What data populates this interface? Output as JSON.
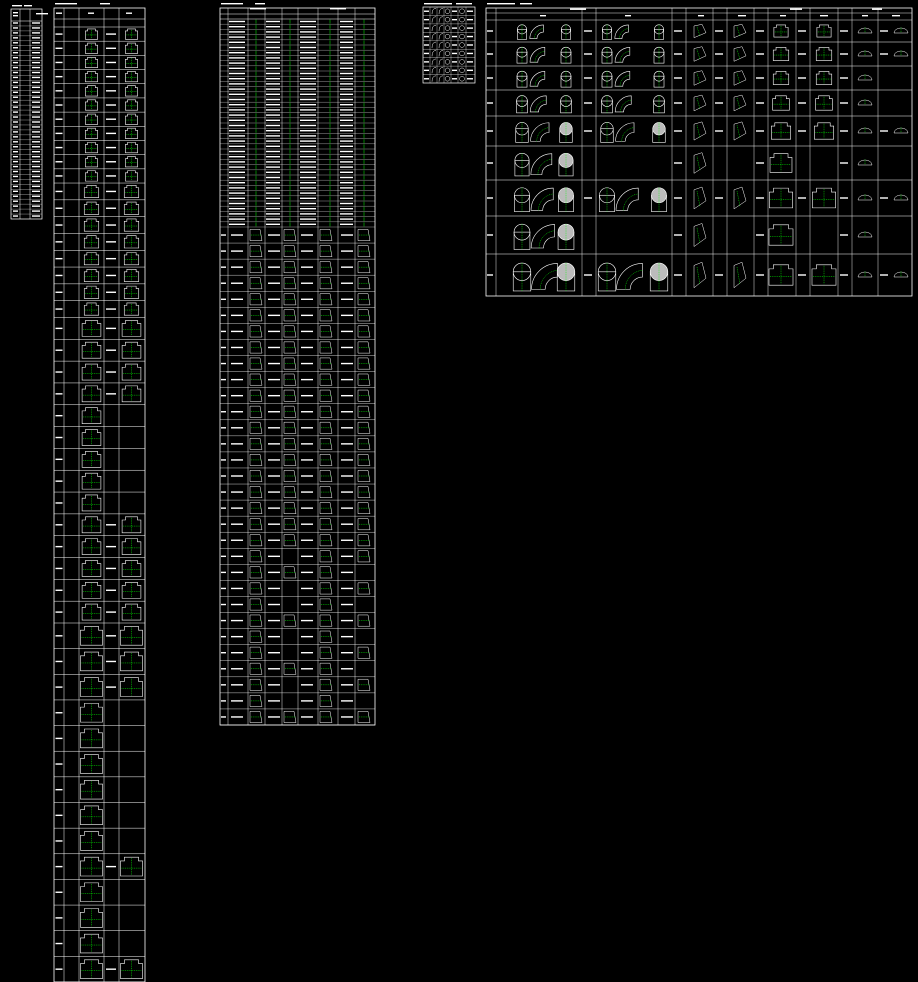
{
  "colors": {
    "background": "#000000",
    "line": "#ffffff",
    "centerline": "#00ff00"
  },
  "sheets": [
    {
      "id": "index-table",
      "title": "",
      "rows": 40,
      "cols": 3
    },
    {
      "id": "fitting-library-a",
      "title": "",
      "rows": 44,
      "cols": 4
    },
    {
      "id": "fitting-library-b",
      "title": "",
      "rows": 60,
      "cols": 10
    },
    {
      "id": "symbol-legend",
      "title": "",
      "rows": 9,
      "cols": 7
    },
    {
      "id": "fitting-library-c",
      "title": "",
      "rows": 9,
      "cols": 10
    }
  ]
}
